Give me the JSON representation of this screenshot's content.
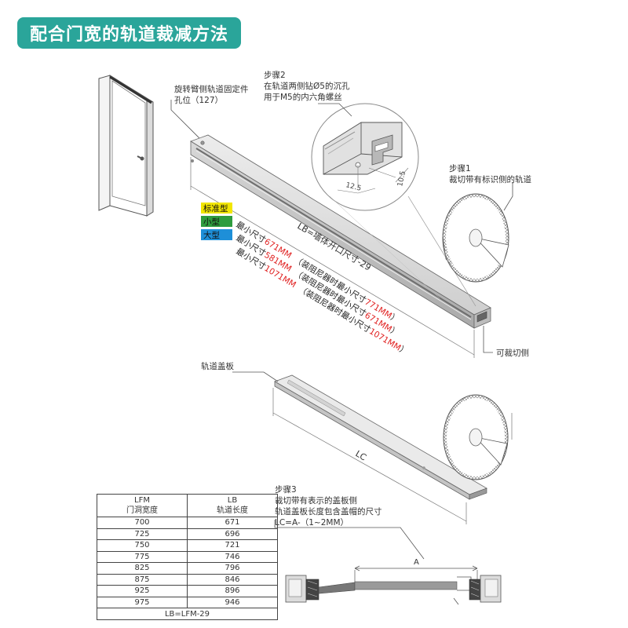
{
  "header": {
    "title": "配合门宽的轨道裁减方法"
  },
  "notes": {
    "fixing_hole": [
      "旋转臂侧轨道固定件",
      "孔位（127）"
    ],
    "step2": [
      "步骤2",
      "在轨道两侧钻Ø5的沉孔",
      "用于M5的内六角螺丝"
    ],
    "step1": [
      "步骤1",
      "裁切带有标识侧的轨道"
    ],
    "cut_side": "可裁切侧",
    "cover_plate": "轨道盖板",
    "step3": [
      "步骤3",
      "裁切带有表示的盖板侧",
      "轨道盖板长度包含盖帽的尺寸",
      "LC=A-（1~2MM）"
    ]
  },
  "dimensions": {
    "d12_5": "12.5",
    "d10_5": "10.5",
    "lb_formula": "LB=墙体开口尺寸-29",
    "lc": "LC",
    "a": "A"
  },
  "types": {
    "standard": {
      "label": "标准型",
      "color": "#f2e600",
      "min": "最小尺寸",
      "min_val": "671MM",
      "damper": "（装阻尼器时最小尺寸",
      "damper_val": "771MM",
      "close": "）"
    },
    "small": {
      "label": "小型",
      "color": "#2e9c3e",
      "min": "最小尺寸",
      "min_val": "581MM",
      "damper": "（装阻尼器时最小尺寸",
      "damper_val": "671MM",
      "close": "）"
    },
    "large": {
      "label": "大型",
      "color": "#1e8fd8",
      "min": "最小尺寸",
      "min_val": "1071MM",
      "damper": "（装阻尼器时最小尺寸",
      "damper_val": "1071MM",
      "close": "）"
    }
  },
  "colors": {
    "accent": "#2aa59a",
    "highlight": "#e02020"
  },
  "table": {
    "headers": [
      {
        "line1": "LFM",
        "line2": "门洞宽度"
      },
      {
        "line1": "LB",
        "line2": "轨道长度"
      }
    ],
    "rows": [
      [
        "700",
        "671"
      ],
      [
        "725",
        "696"
      ],
      [
        "750",
        "721"
      ],
      [
        "775",
        "746"
      ],
      [
        "825",
        "796"
      ],
      [
        "875",
        "846"
      ],
      [
        "925",
        "896"
      ],
      [
        "975",
        "946"
      ]
    ],
    "footer": "LB=LFM-29"
  }
}
